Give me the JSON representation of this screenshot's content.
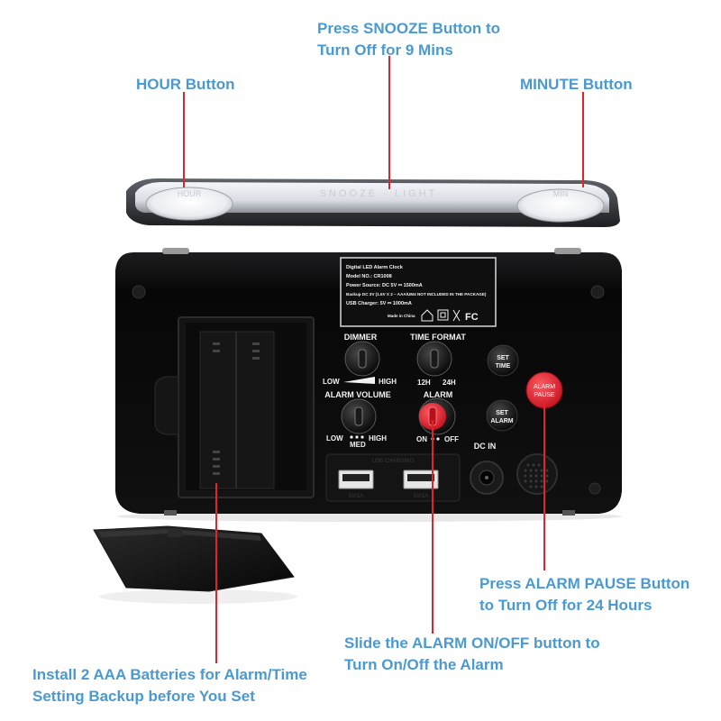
{
  "callouts": {
    "snooze": {
      "line1": "Press SNOOZE Button to",
      "line2": "Turn Off for 9 Mins"
    },
    "hour": {
      "text": "HOUR Button"
    },
    "minute": {
      "text": "MINUTE Button"
    },
    "alarm_pause": {
      "line1": "Press ALARM PAUSE Button",
      "line2": "to Turn Off for 24 Hours"
    },
    "alarm_switch": {
      "line1": "Slide the ALARM ON/OFF button to",
      "line2": "Turn On/Off the Alarm"
    },
    "battery": {
      "line1": "Install 2 AAA Batteries for Alarm/Time",
      "line2": "Setting Backup before You Set"
    }
  },
  "top_panel": {
    "hour_key": "HOUR",
    "snooze_key": "SNOOZE · LIGHT",
    "minute_key": "MIN"
  },
  "label_sticker": {
    "line1": "Digital LED Alarm Clock",
    "line2": "Model NO.: CR1008",
    "line3": "Power Source: DC 5V ⎓ 1500mA",
    "line4": "Backup DC 3V (1.5V X 2 – AAA/UM4 NOT INCLUDED IN THE PACKAGE)",
    "line5": "USB Charger: 5V ⎓ 1000mA",
    "line6": "Made in China",
    "mark_fc": "FC"
  },
  "controls": {
    "dimmer": "DIMMER",
    "dimmer_low": "LOW",
    "dimmer_high": "HIGH",
    "time_format": "TIME FORMAT",
    "fmt_12": "12H",
    "fmt_24": "24H",
    "alarm_volume": "ALARM VOLUME",
    "vol_low": "LOW",
    "vol_med": "MED",
    "vol_high": "HIGH",
    "alarm": "ALARM",
    "alarm_on": "ON",
    "alarm_off": "OFF",
    "set_time_1": "SET",
    "set_time_2": "TIME",
    "set_alarm_1": "SET",
    "set_alarm_2": "ALARM",
    "pause_1": "ALARM",
    "pause_2": "PAUSE",
    "dc_in": "DC IN",
    "usb_charging": "USB CHARGING",
    "usb1": "5V/1A",
    "usb2": "5V/1A"
  },
  "colors": {
    "callout_text": "#4a9ad1",
    "leader_line": "#e0242a",
    "clock_body": "#0d0d0d",
    "pause_button": "#e41e2b",
    "alarm_switch": "#e8253a"
  }
}
